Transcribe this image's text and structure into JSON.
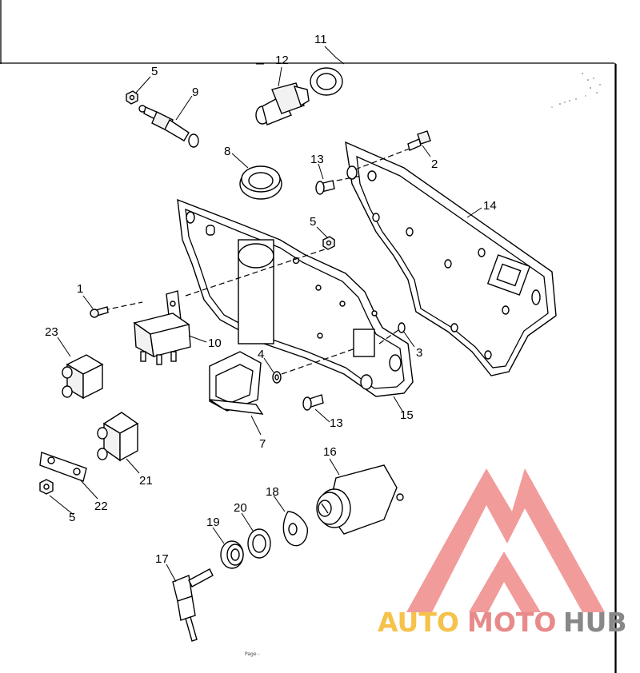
{
  "diagram": {
    "callouts": [
      {
        "id": "c1",
        "text": "1"
      },
      {
        "id": "c2",
        "text": "2"
      },
      {
        "id": "c3",
        "text": "3"
      },
      {
        "id": "c4",
        "text": "4"
      },
      {
        "id": "c5a",
        "text": "5"
      },
      {
        "id": "c5b",
        "text": "5"
      },
      {
        "id": "c5c",
        "text": "5"
      },
      {
        "id": "c7",
        "text": "7"
      },
      {
        "id": "c8",
        "text": "8"
      },
      {
        "id": "c9",
        "text": "9"
      },
      {
        "id": "c10",
        "text": "10"
      },
      {
        "id": "c11",
        "text": "11"
      },
      {
        "id": "c12",
        "text": "12"
      },
      {
        "id": "c13a",
        "text": "13"
      },
      {
        "id": "c13b",
        "text": "13"
      },
      {
        "id": "c14",
        "text": "14"
      },
      {
        "id": "c15",
        "text": "15"
      },
      {
        "id": "c16",
        "text": "16"
      },
      {
        "id": "c17",
        "text": "17"
      },
      {
        "id": "c18",
        "text": "18"
      },
      {
        "id": "c19",
        "text": "19"
      },
      {
        "id": "c20",
        "text": "20"
      },
      {
        "id": "c21",
        "text": "21"
      },
      {
        "id": "c22",
        "text": "22"
      },
      {
        "id": "c23",
        "text": "23"
      }
    ],
    "footer_text": "Page -"
  },
  "watermark": {
    "part1": "AUTO",
    "part2": "MOTO",
    "part3": "HUB",
    "color_auto": "#f5c24a",
    "color_moto": "#e88a8a",
    "color_hub": "#888888",
    "logo_color": "#ee8a8a"
  }
}
